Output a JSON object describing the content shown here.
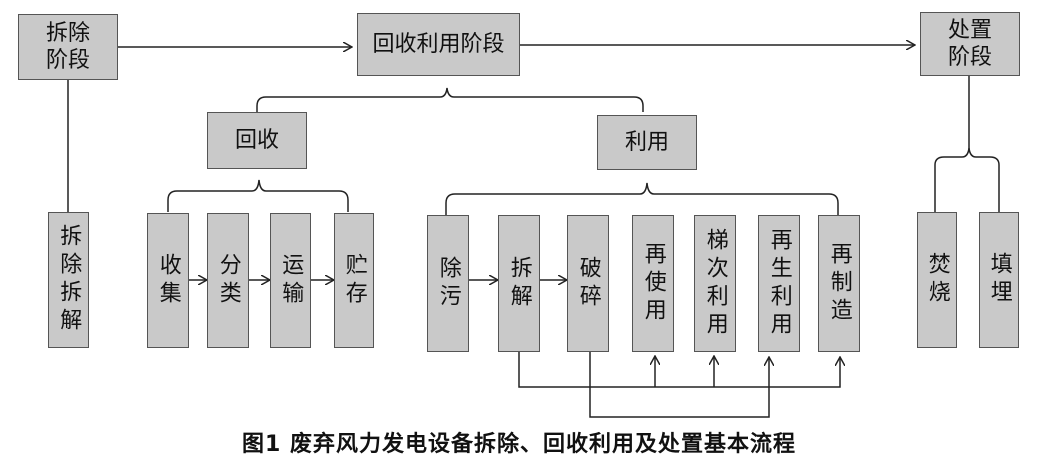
{
  "nodes": {
    "demolition_stage": "拆除\n阶段",
    "recycling_stage": "回收利用阶段",
    "disposal_stage": "处置\n阶段",
    "recovery": "回收",
    "utilization": "利用",
    "dismantle": "拆除拆解",
    "collect": "收集",
    "classify": "分类",
    "transport": "运输",
    "store": "贮存",
    "decontaminate": "除污",
    "disassemble": "拆解",
    "crush": "破碎",
    "reuse": "再使用",
    "cascade_use": "梯次利用",
    "recycle": "再生利用",
    "remanufacture": "再制造",
    "incinerate": "焚烧",
    "landfill": "填埋"
  },
  "caption": "图1  废弃风力发电设备拆除、回收利用及处置基本流程"
}
